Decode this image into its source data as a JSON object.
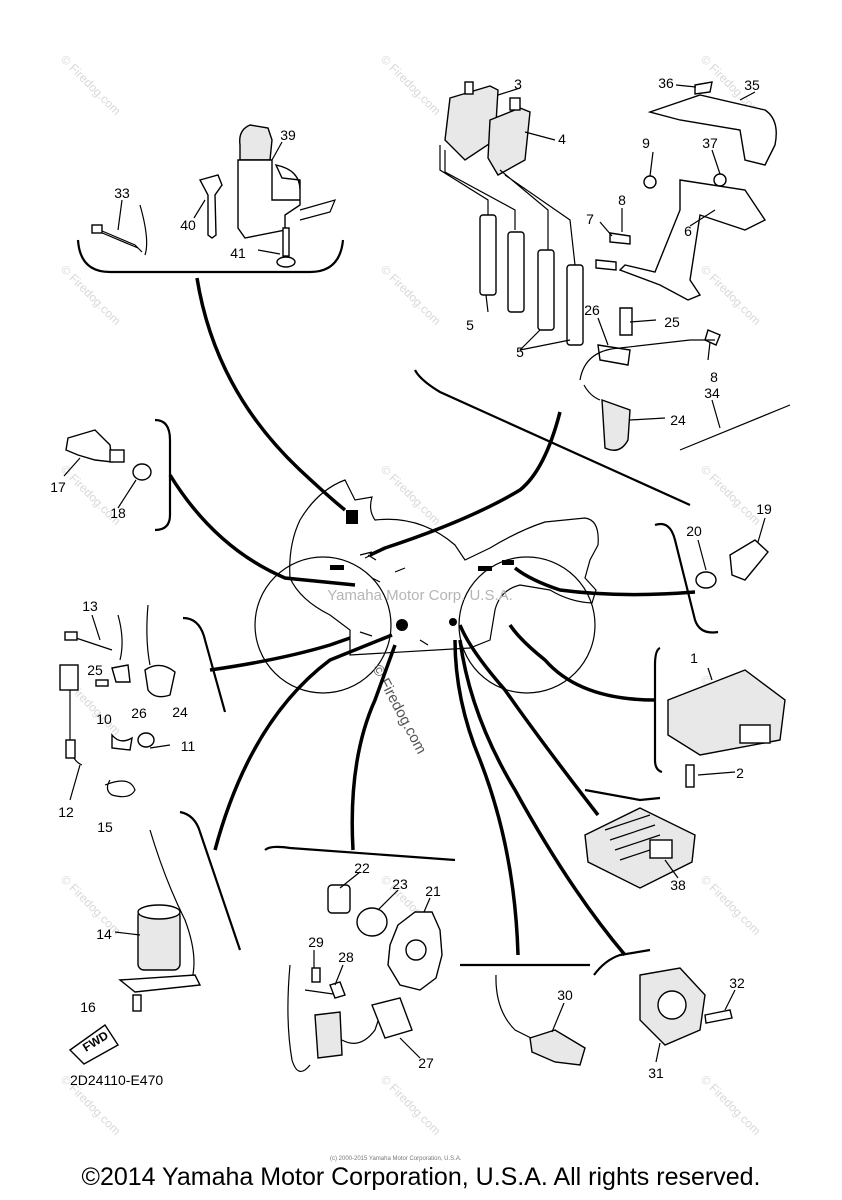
{
  "watermark": {
    "repeat_text": "© Firedog.com",
    "center_text": "Yamaha Motor Corp. U.S.A.",
    "diagonal_text": "© Firedog.com"
  },
  "labels": {
    "p1": "1",
    "p2": "2",
    "p3": "3",
    "p4": "4",
    "p5a": "5",
    "p5b": "5",
    "p6": "6",
    "p7": "7",
    "p8a": "8",
    "p8b": "8",
    "p9": "9",
    "p10": "10",
    "p11": "11",
    "p12": "12",
    "p13": "13",
    "p14": "14",
    "p15": "15",
    "p16": "16",
    "p17": "17",
    "p18": "18",
    "p19": "19",
    "p20": "20",
    "p21": "21",
    "p22": "22",
    "p23": "23",
    "p24a": "24",
    "p24b": "24",
    "p25a": "25",
    "p25b": "25",
    "p26a": "26",
    "p26b": "26",
    "p27": "27",
    "p28": "28",
    "p29": "29",
    "p30": "30",
    "p31": "31",
    "p32": "32",
    "p33": "33",
    "p34": "34",
    "p35": "35",
    "p36": "36",
    "p37": "37",
    "p38": "38",
    "p39": "39",
    "p40": "40",
    "p41": "41"
  },
  "fwd_arrow": "FWD",
  "diagram_code": "2D24110-E470",
  "tiny_notice": "(c) 2000-2015 Yamaha Motor Corporation, U.S.A.",
  "copyright": "©2014 Yamaha Motor Corporation, U.S.A. All rights reserved."
}
